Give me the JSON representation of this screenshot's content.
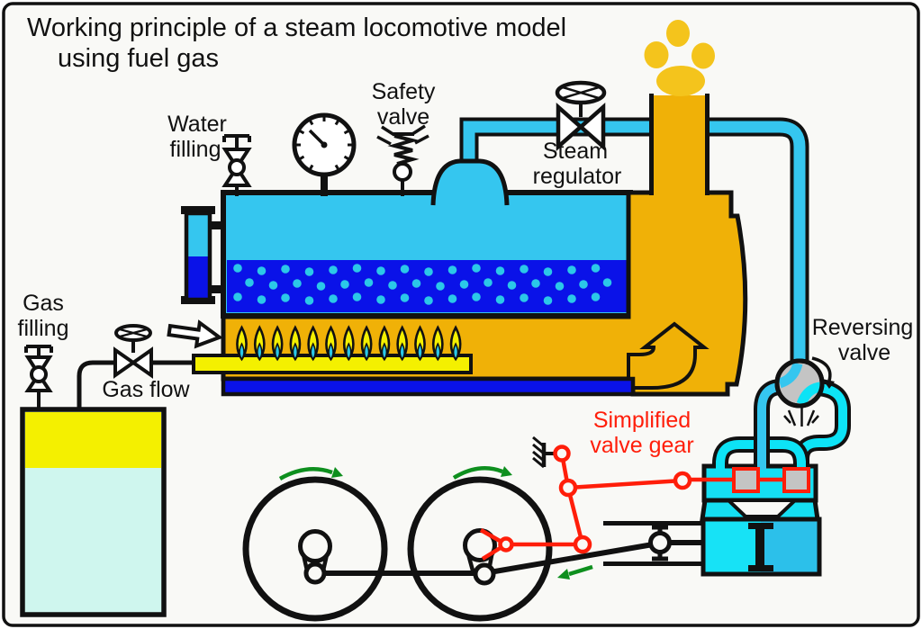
{
  "title": {
    "line1": "Working principle of a steam locomotive model",
    "line2": "using fuel gas"
  },
  "labels": {
    "water_filling": [
      "Water",
      "filling"
    ],
    "safety_valve": [
      "Safety",
      "valve"
    ],
    "steam_regulator": [
      "Steam",
      "regulator"
    ],
    "reversing_valve": [
      "Reversing",
      "valve"
    ],
    "simplified_valve_gear": [
      "Simplified",
      "valve gear"
    ],
    "gas_filling": [
      "Gas",
      "filling"
    ],
    "gas_flow": "Gas flow"
  },
  "colors": {
    "background": "#F9F9F6",
    "outline": "#111111",
    "steam_cyan": "#35C6EF",
    "water_blue": "#0A12E8",
    "bubble_cyan": "#2BC8E8",
    "body_orange": "#F0B107",
    "smoke_yellow": "#F4C41C",
    "burner_yellow": "#F4F000",
    "tank_liquid": "#CFF6EE",
    "exhaust_pipe_cyan": "#0DE3F6",
    "cylinder_left": "#17E2F6",
    "cylinder_right": "#2CC0EA",
    "gear_red": "#FF1E0A",
    "arrow_green": "#0E8F1E",
    "valve_gray": "#C4C4C4"
  }
}
